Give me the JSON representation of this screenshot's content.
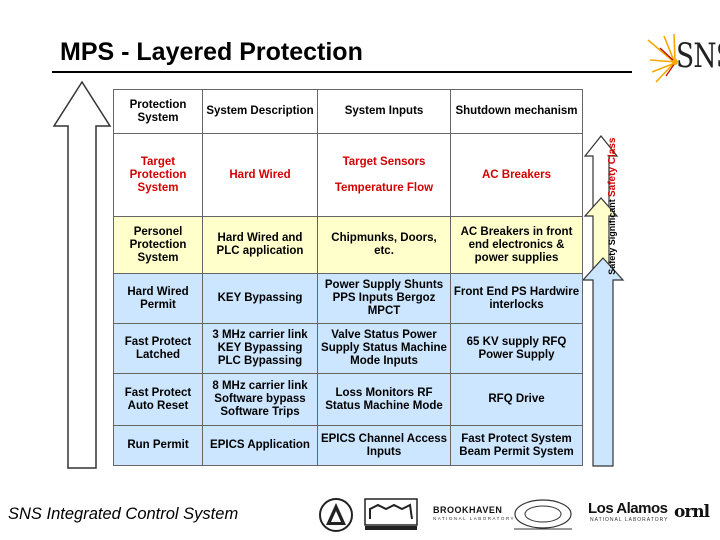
{
  "title": "MPS - Layered Protection",
  "headers": [
    "Protection System",
    "System Description",
    "System Inputs",
    "Shutdown mechanism"
  ],
  "rows": [
    {
      "cells": [
        "Target Protection System",
        "Hard Wired",
        "Target Sensors\n\nTemperature Flow",
        "AC Breakers"
      ],
      "style": "red"
    },
    {
      "cells": [
        "Personel Protection System",
        "Hard Wired and PLC application",
        "Chipmunks, Doors, etc.",
        "AC Breakers in front end electronics & power supplies"
      ],
      "style": "yellow"
    },
    {
      "cells": [
        "Hard Wired Permit",
        "KEY Bypassing",
        "Power Supply Shunts PPS Inputs Bergoz MPCT",
        "Front End PS Hardwire interlocks"
      ],
      "style": "blue"
    },
    {
      "cells": [
        "Fast Protect Latched",
        "3 MHz carrier link KEY Bypassing PLC Bypassing",
        "Valve Status Power Supply Status Machine Mode Inputs",
        "65 KV supply RFQ Power Supply"
      ],
      "style": "blue"
    },
    {
      "cells": [
        "Fast Protect Auto Reset",
        "8 MHz carrier link Software bypass Software Trips",
        "Loss Monitors RF Status Machine Mode",
        "RFQ Drive"
      ],
      "style": "blue"
    },
    {
      "cells": [
        "Run Permit",
        "EPICS Application",
        "EPICS Channel Access Inputs",
        "Fast Protect System Beam Permit System"
      ],
      "style": "blue"
    }
  ],
  "side_labels": {
    "safety_class": "Safety Class",
    "safety_significant": "Safety Significant"
  },
  "logo_text": "SNS",
  "footer": "SNS Integrated Control System",
  "partners": {
    "bnl": "BROOKHAVEN",
    "bnl_sub": "NATIONAL LABORATORY",
    "lanl": "Los Alamos",
    "lanl_sub": "NATIONAL LABORATORY",
    "ornl": "ornl"
  },
  "colors": {
    "red_text": "#d40000",
    "yellow_fill": "#ffffcc",
    "blue_fill": "#cce6ff",
    "logo_accent": "#f5a800"
  },
  "icons": [
    "sns-starburst-icon",
    "argonne-logo-icon",
    "berkeley-lab-logo-icon",
    "jefferson-lab-logo-icon"
  ]
}
